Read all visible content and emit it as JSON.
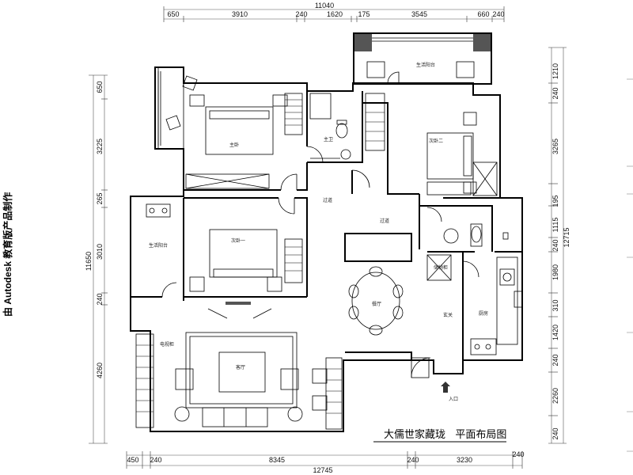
{
  "drawing": {
    "watermark": "由 Autodesk 教育版产品制作",
    "title": "大儒世家藏珑   平面布局图",
    "entry_label": "入口"
  },
  "dims": {
    "top_total": "11040",
    "top": [
      "650",
      "3910",
      "240",
      "1620",
      "175",
      "3545",
      "660",
      "240"
    ],
    "bottom_total": "12745",
    "bottom": [
      "450",
      "240",
      "8345",
      "240",
      "3230",
      "240"
    ],
    "left": [
      "650",
      "3225",
      "265",
      "3010",
      "240",
      "4260"
    ],
    "left_total": "11650",
    "right": [
      "1210",
      "240",
      "3265",
      "195",
      "1115",
      "240",
      "1980",
      "310",
      "1420",
      "240",
      "2260",
      "240"
    ],
    "right_total": "12715"
  },
  "rooms": {
    "master": "主卧",
    "master_bath": "主卫",
    "balcony_top": "生活阳台",
    "second_bed": "次卧二",
    "corridor_left": "过道",
    "corridor_right": "过道",
    "balcony_left": "生活阳台",
    "bed_one": "次卧一",
    "storage": "储物柜",
    "dining": "餐厅",
    "entry": "玄关",
    "kitchen": "厨房",
    "living": "客厅",
    "tv_cabinet": "电视柜"
  }
}
